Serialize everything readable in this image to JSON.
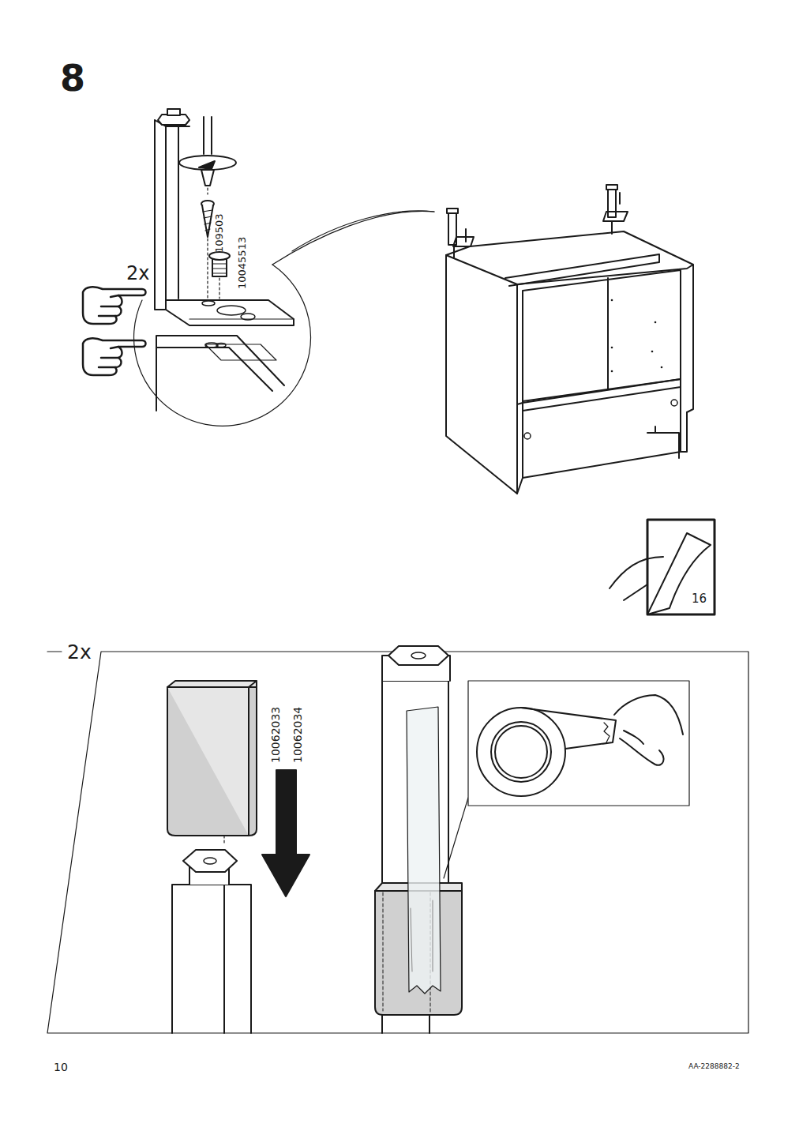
{
  "diagram": {
    "title": "8",
    "labels": [
      "2x",
      "109503",
      "10045513",
      "16",
      "2x",
      "10062033",
      "10062034",
      "10",
      "AA-2288882-2"
    ]
  }
}
